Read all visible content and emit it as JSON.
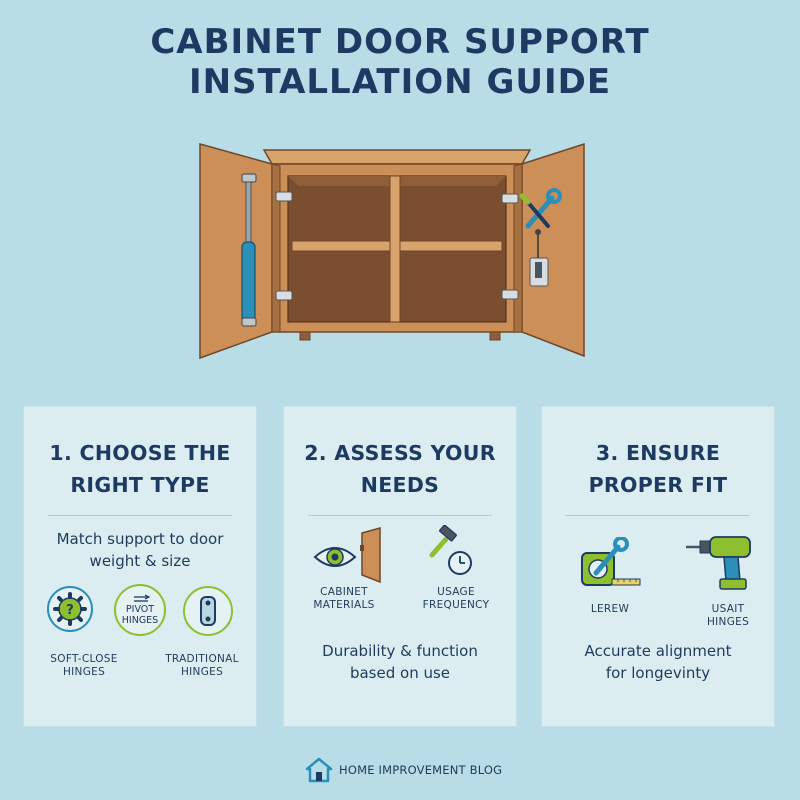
{
  "title": {
    "line1": "CABINET DOOR SUPPORT",
    "line2": "INSTALLATION GUIDE"
  },
  "colors": {
    "background": "#b9dde6",
    "card": "#dcedf2",
    "navy": "#1d3a63",
    "wood": "#cc8f58",
    "wood_dark": "#6e4629",
    "accent_blue": "#2a8fb9",
    "accent_green": "#8dbf2f"
  },
  "illustration": {
    "icons": [
      "gas-strut-icon",
      "wrench-screwdriver-icon",
      "latch-icon",
      "hinge-icon"
    ]
  },
  "cards": [
    {
      "title_line1": "1. CHOOSE THE",
      "title_line2": "RIGHT TYPE",
      "desc_line1": "Match support to door",
      "desc_line2": "weight & size",
      "icons": [
        {
          "name": "gear-icon"
        },
        {
          "name": "pivot-hinges-badge",
          "line1": "PIVOT",
          "line2": "HINGES"
        },
        {
          "name": "hinge-plate-icon"
        }
      ],
      "labels": [
        {
          "line1": "SOFT-CLOSE",
          "line2": "HINGES"
        },
        {
          "line1": "TRADITIONAL",
          "line2": "HINGES"
        }
      ]
    },
    {
      "title_line1": "2. ASSESS YOUR",
      "title_line2": "NEEDS",
      "icons": [
        {
          "name": "eye-icon"
        },
        {
          "name": "cabinet-panel-icon"
        },
        {
          "name": "hammer-icon"
        },
        {
          "name": "clock-icon"
        }
      ],
      "labels": [
        {
          "line1": "CABINET",
          "line2": "MATERIALS"
        },
        {
          "line1": "USAGE",
          "line2": "FREQUENCY"
        }
      ],
      "desc_line1": "Durability & function",
      "desc_line2": "based on use"
    },
    {
      "title_line1": "3. ENSURE",
      "title_line2": "PROPER FIT",
      "icons": [
        {
          "name": "tape-measure-wrench-icon"
        },
        {
          "name": "power-drill-icon"
        }
      ],
      "labels": [
        {
          "line1": "LEREW"
        },
        {
          "line1": "USAIT",
          "line2": "HINGES"
        }
      ],
      "desc_line1": "Accurate alignment",
      "desc_line2": "for longevinty"
    }
  ],
  "footer": {
    "icon": "house-icon",
    "text": "HOME IMPROVEMENT BLOG"
  }
}
